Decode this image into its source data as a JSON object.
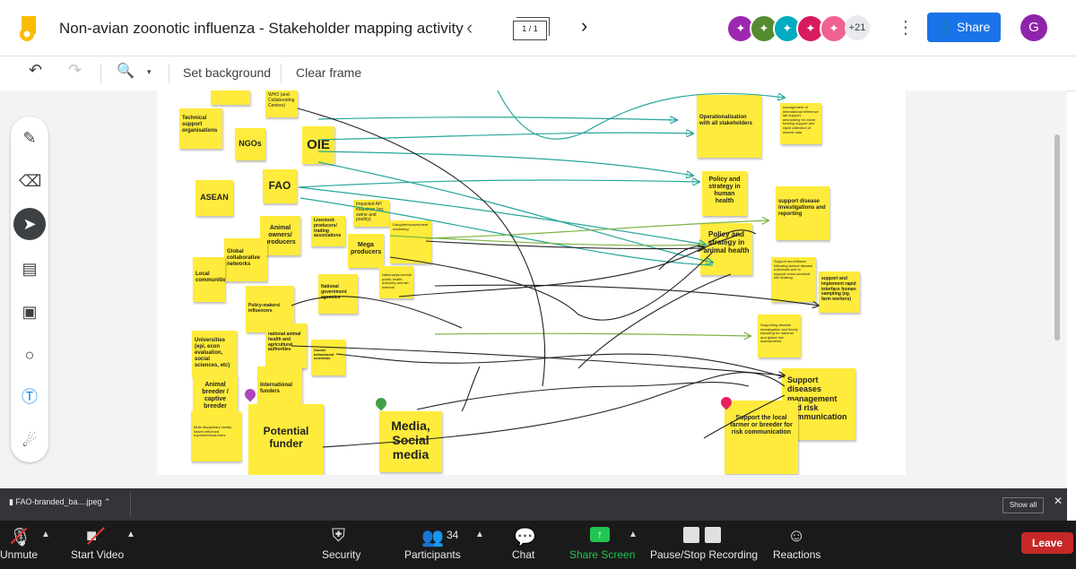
{
  "header": {
    "title": "Non-avian zoonotic influenza - Stakeholder mapping activity",
    "frame_counter": "1 / 1",
    "more_collaborators": "+21",
    "share_label": "Share",
    "account_initial": "G",
    "collaborator_colors": [
      "#9c27b0",
      "#558b2f",
      "#00acc1",
      "#d81b60",
      "#f06292"
    ]
  },
  "toolbar": {
    "set_background": "Set background",
    "clear_frame": "Clear frame"
  },
  "notes": {
    "who": "WHO (and Collaborating Centres)",
    "technical": "Technical support organisations",
    "ngos": "NGOs",
    "oie": "OIE",
    "fao": "FAO",
    "asean": "ASEAN",
    "livestock": "Livestock producers/ trading associations",
    "impacted": "Impacted AH industries (eg. swine and poultry)",
    "mega": "Mega producers",
    "daughterhouse": "Daughterhouses/meat marketing",
    "animal_owners": "Animal owners/ producers",
    "global": "Global collaborative networks",
    "local": "Local communities",
    "national_gov": "National government agencies",
    "national_prov": "National/provincial public health authority and lab network",
    "policy_makers": "Policy-makers/ influencers",
    "universities": "Universities (epi, econ evaluation, social sciences, etc)",
    "national_animal": "national animal health and agricultural authorities",
    "social_scientists": "Social/ behavioural scientists",
    "animal_breeder": "Animal breeder / captive breeder",
    "international_funders": "International funders",
    "multi": "Multi-disciplinary locally-based influenza experts/researchers",
    "potential_funder": "Potential funder",
    "media": "Media, Social media",
    "operationalisation": "Operationalisation with all stakeholders",
    "management": "management of international reference lab support, advocating for donor funding support and rapid collection of shared data",
    "policy_human": "Policy and strategy in human health",
    "support_disease_inv": "support disease investigations and reporting",
    "policy_animal": "Policy and strategy in animal health",
    "support_surveillance": "Support surveillance following animal disease outbreaks and to support cross-sectorial info sharing",
    "support_rapid": "support and implement rapid interface human sampling (eg. farm workers)",
    "supporting_disease": "Supporting disease investigation and timely reporting for national and global risk assessments",
    "support_diseases_mgmt": "Support diseases management and risk communication",
    "support_local": "Support the local farmer or breeder for risk communication"
  },
  "download": {
    "filename": "FAO-branded_ba....jpeg",
    "show_all": "Show all"
  },
  "zoom": {
    "unmute": "Unmute",
    "start_video": "Start Video",
    "security": "Security",
    "participants_count": "34",
    "participants": "Participants",
    "chat": "Chat",
    "share_screen": "Share Screen",
    "recording": "Pause/Stop Recording",
    "reactions": "Reactions",
    "leave": "Leave"
  }
}
